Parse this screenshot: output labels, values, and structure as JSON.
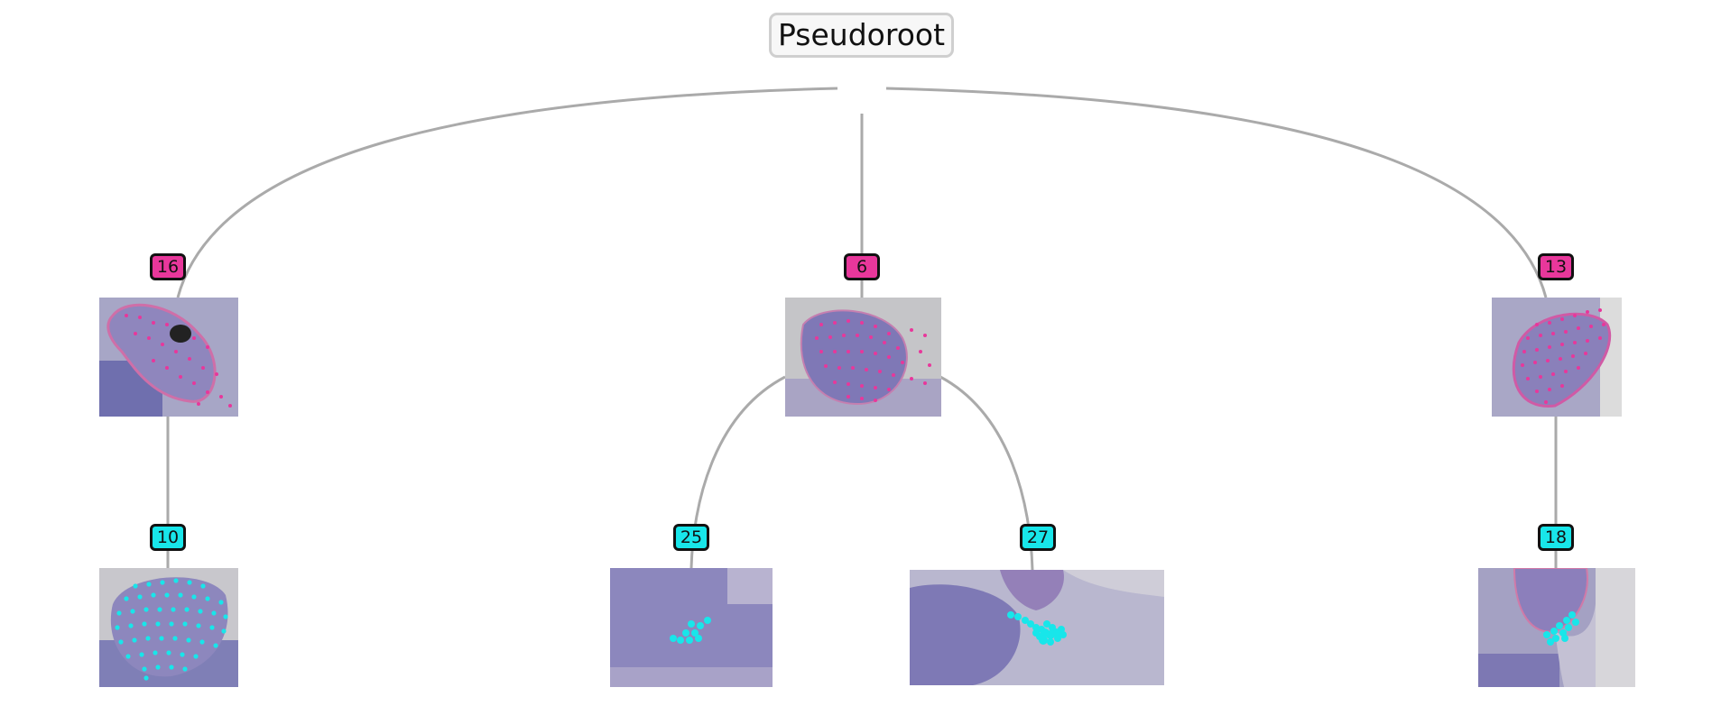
{
  "root": {
    "label": "Pseudoroot"
  },
  "colors": {
    "edge": "#aaaaaa",
    "magenta": "#e8379b",
    "cyan": "#18e6ea",
    "tissue": "#8f8fbe",
    "background_slide": "#c5c5c8"
  },
  "nodes": [
    {
      "id": "16",
      "label": "16",
      "color": "magenta",
      "parent": "Pseudoroot"
    },
    {
      "id": "6",
      "label": "6",
      "color": "magenta",
      "parent": "Pseudoroot"
    },
    {
      "id": "13",
      "label": "13",
      "color": "magenta",
      "parent": "Pseudoroot"
    },
    {
      "id": "10",
      "label": "10",
      "color": "cyan",
      "parent": "16"
    },
    {
      "id": "25",
      "label": "25",
      "color": "cyan",
      "parent": "6"
    },
    {
      "id": "27",
      "label": "27",
      "color": "cyan",
      "parent": "6"
    },
    {
      "id": "18",
      "label": "18",
      "color": "cyan",
      "parent": "13"
    }
  ]
}
